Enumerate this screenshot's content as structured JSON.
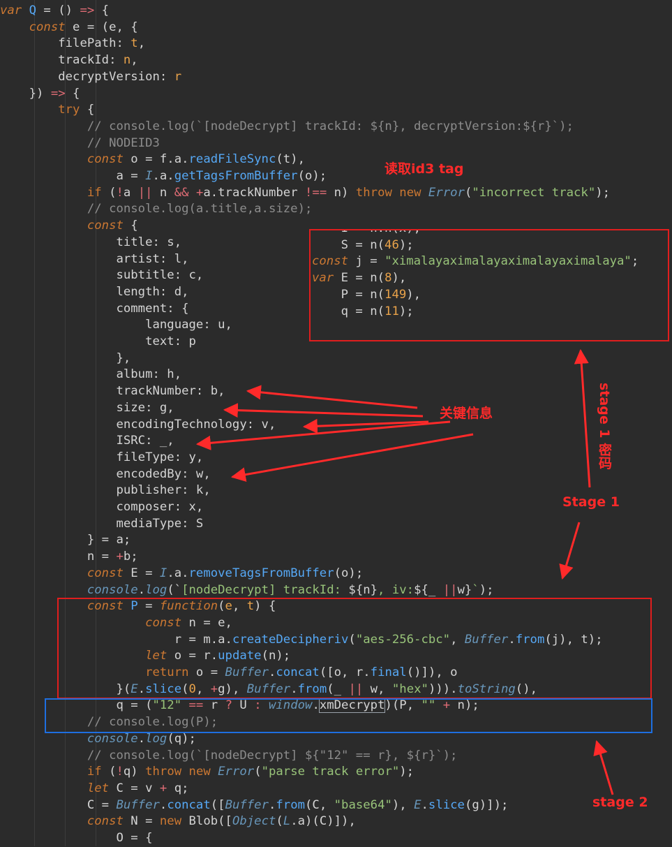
{
  "code_lines": [
    [
      [
        "kw",
        "var "
      ],
      [
        "fn",
        "Q"
      ],
      [
        "pr",
        " = () "
      ],
      [
        "op",
        "=>"
      ],
      [
        "pr",
        " {"
      ]
    ],
    [
      [
        "kw",
        "    const "
      ],
      [
        "pr",
        "e = (e, {"
      ]
    ],
    [
      [
        "pr",
        "        filePath: "
      ],
      [
        "num",
        "t"
      ],
      [
        "pr",
        ","
      ]
    ],
    [
      [
        "pr",
        "        trackId: "
      ],
      [
        "num",
        "n"
      ],
      [
        "pr",
        ","
      ]
    ],
    [
      [
        "pr",
        "        decryptVersion: "
      ],
      [
        "num",
        "r"
      ]
    ],
    [
      [
        "pr",
        "    }) "
      ],
      [
        "op",
        "=>"
      ],
      [
        "pr",
        " {"
      ]
    ],
    [
      [
        "kwn",
        "        try "
      ],
      [
        "pr",
        "{"
      ]
    ],
    [
      [
        "cm",
        "            // console.log(`[nodeDecrypt] trackId: ${n}, decryptVersion:${r}`);"
      ]
    ],
    [
      [
        "cm",
        "            // NODEID3"
      ]
    ],
    [
      [
        "kw",
        "            const "
      ],
      [
        "pr",
        "o = f.a."
      ],
      [
        "fn",
        "readFileSync"
      ],
      [
        "pr",
        "(t),"
      ]
    ],
    [
      [
        "pr",
        "                a = "
      ],
      [
        "cls",
        "I"
      ],
      [
        "pr",
        ".a."
      ],
      [
        "fn",
        "getTagsFromBuffer"
      ],
      [
        "pr",
        "(o);"
      ]
    ],
    [
      [
        "kwn",
        "            if "
      ],
      [
        "pr",
        "("
      ],
      [
        "op",
        "!"
      ],
      [
        "pr",
        "a "
      ],
      [
        "op",
        "||"
      ],
      [
        "pr",
        " n "
      ],
      [
        "op",
        "&&"
      ],
      [
        "pr",
        " "
      ],
      [
        "op",
        "+"
      ],
      [
        "pr",
        "a.trackNumber "
      ],
      [
        "op",
        "!=="
      ],
      [
        "pr",
        " n) "
      ],
      [
        "kwn",
        "throw new "
      ],
      [
        "cls",
        "Error"
      ],
      [
        "pr",
        "("
      ],
      [
        "str",
        "\"incorrect track\""
      ],
      [
        "pr",
        ");"
      ]
    ],
    [
      [
        "cm",
        "            // console.log(a.title,a.size);"
      ]
    ],
    [
      [
        "kw",
        "            const "
      ],
      [
        "pr",
        "{"
      ]
    ],
    [
      [
        "pr",
        "                title: s,"
      ]
    ],
    [
      [
        "pr",
        "                artist: l,"
      ]
    ],
    [
      [
        "pr",
        "                subtitle: c,"
      ]
    ],
    [
      [
        "pr",
        "                length: d,"
      ]
    ],
    [
      [
        "pr",
        "                comment: {"
      ]
    ],
    [
      [
        "pr",
        "                    language: u,"
      ]
    ],
    [
      [
        "pr",
        "                    text: p"
      ]
    ],
    [
      [
        "pr",
        "                },"
      ]
    ],
    [
      [
        "pr",
        "                album: h,"
      ]
    ],
    [
      [
        "pr",
        "                trackNumber: b,"
      ]
    ],
    [
      [
        "pr",
        "                size: g,"
      ]
    ],
    [
      [
        "pr",
        "                encodingTechnology: v,"
      ]
    ],
    [
      [
        "pr",
        "                ISRC: _,"
      ]
    ],
    [
      [
        "pr",
        "                fileType: y,"
      ]
    ],
    [
      [
        "pr",
        "                encodedBy: w,"
      ]
    ],
    [
      [
        "pr",
        "                publisher: k,"
      ]
    ],
    [
      [
        "pr",
        "                composer: x,"
      ]
    ],
    [
      [
        "pr",
        "                mediaType: S"
      ]
    ],
    [
      [
        "pr",
        "            } = a;"
      ]
    ],
    [
      [
        "pr",
        "            n = "
      ],
      [
        "op",
        "+"
      ],
      [
        "pr",
        "b;"
      ]
    ],
    [
      [
        "kw",
        "            const "
      ],
      [
        "pr",
        "E = "
      ],
      [
        "cls",
        "I"
      ],
      [
        "pr",
        ".a."
      ],
      [
        "fn",
        "removeTagsFromBuffer"
      ],
      [
        "pr",
        "(o);"
      ]
    ],
    [
      [
        "cls",
        "            console"
      ],
      [
        "pr",
        "."
      ],
      [
        "cls",
        "log"
      ],
      [
        "pr",
        "(`"
      ],
      [
        "str",
        "[nodeDecrypt] trackId: "
      ],
      [
        "pr",
        "${n}"
      ],
      [
        "str",
        ", iv:"
      ],
      [
        "pr",
        "${_ "
      ],
      [
        "op",
        "||"
      ],
      [
        "pr",
        "w}"
      ],
      [
        "str",
        "`"
      ],
      [
        "pr",
        ");"
      ]
    ],
    [
      [
        "kw",
        "            const "
      ],
      [
        "fn",
        "P"
      ],
      [
        "pr",
        " = "
      ],
      [
        "kw",
        "function"
      ],
      [
        "pr",
        "("
      ],
      [
        "num",
        "e"
      ],
      [
        "pr",
        ", "
      ],
      [
        "num",
        "t"
      ],
      [
        "pr",
        ") {"
      ]
    ],
    [
      [
        "kw",
        "                    const "
      ],
      [
        "pr",
        "n = e,"
      ]
    ],
    [
      [
        "pr",
        "                        r = m.a."
      ],
      [
        "fn",
        "createDecipheriv"
      ],
      [
        "pr",
        "("
      ],
      [
        "str",
        "\"aes-256-cbc\""
      ],
      [
        "pr",
        ", "
      ],
      [
        "cls",
        "Buffer"
      ],
      [
        "pr",
        "."
      ],
      [
        "fn",
        "from"
      ],
      [
        "pr",
        "(j), t);"
      ]
    ],
    [
      [
        "kw",
        "                    let "
      ],
      [
        "pr",
        "o = r."
      ],
      [
        "fn",
        "update"
      ],
      [
        "pr",
        "(n);"
      ]
    ],
    [
      [
        "kwn",
        "                    return "
      ],
      [
        "pr",
        "o = "
      ],
      [
        "cls",
        "Buffer"
      ],
      [
        "pr",
        "."
      ],
      [
        "fn",
        "concat"
      ],
      [
        "pr",
        "([o, r."
      ],
      [
        "fn",
        "final"
      ],
      [
        "pr",
        "()]), o"
      ]
    ],
    [
      [
        "pr",
        "                }("
      ],
      [
        "cls",
        "E"
      ],
      [
        "pr",
        "."
      ],
      [
        "fn",
        "slice"
      ],
      [
        "pr",
        "("
      ],
      [
        "num",
        "0"
      ],
      [
        "pr",
        ", "
      ],
      [
        "op",
        "+"
      ],
      [
        "pr",
        "g), "
      ],
      [
        "cls",
        "Buffer"
      ],
      [
        "pr",
        "."
      ],
      [
        "fn",
        "from"
      ],
      [
        "pr",
        "(_ "
      ],
      [
        "op",
        "||"
      ],
      [
        "pr",
        " w, "
      ],
      [
        "str",
        "\"hex\""
      ],
      [
        "pr",
        ")))."
      ],
      [
        "cls",
        "toString"
      ],
      [
        "pr",
        "(),"
      ]
    ],
    [
      [
        "pr",
        "                q = ("
      ],
      [
        "str",
        "\"12\""
      ],
      [
        "pr",
        " "
      ],
      [
        "op",
        "=="
      ],
      [
        "pr",
        " r "
      ],
      [
        "op",
        "?"
      ],
      [
        "pr",
        " U "
      ],
      [
        "op",
        ":"
      ],
      [
        "pr",
        " "
      ],
      [
        "cls",
        "window"
      ],
      [
        "pr",
        "."
      ],
      [
        "hl",
        "xmDecrypt"
      ],
      [
        "pr",
        ")(P, "
      ],
      [
        "str",
        "\"\""
      ],
      [
        "pr",
        " "
      ],
      [
        "op",
        "+"
      ],
      [
        "pr",
        " n);"
      ]
    ],
    [
      [
        "cm",
        "            // console.log(P);"
      ]
    ],
    [
      [
        "cls",
        "            console"
      ],
      [
        "pr",
        "."
      ],
      [
        "cls",
        "log"
      ],
      [
        "pr",
        "(q);"
      ]
    ],
    [
      [
        "cm",
        "            // console.log(`[nodeDecrypt] ${\"12\" == r}, ${r}`);"
      ]
    ],
    [
      [
        "kwn",
        "            if "
      ],
      [
        "pr",
        "("
      ],
      [
        "op",
        "!"
      ],
      [
        "pr",
        "q) "
      ],
      [
        "kwn",
        "throw new "
      ],
      [
        "cls",
        "Error"
      ],
      [
        "pr",
        "("
      ],
      [
        "str",
        "\"parse track error\""
      ],
      [
        "pr",
        ");"
      ]
    ],
    [
      [
        "kw",
        "            let "
      ],
      [
        "pr",
        "C = v "
      ],
      [
        "op",
        "+"
      ],
      [
        "pr",
        " q;"
      ]
    ],
    [
      [
        "pr",
        "            C = "
      ],
      [
        "cls",
        "Buffer"
      ],
      [
        "pr",
        "."
      ],
      [
        "fn",
        "concat"
      ],
      [
        "pr",
        "(["
      ],
      [
        "cls",
        "Buffer"
      ],
      [
        "pr",
        "."
      ],
      [
        "fn",
        "from"
      ],
      [
        "pr",
        "(C, "
      ],
      [
        "str",
        "\"base64\""
      ],
      [
        "pr",
        "), "
      ],
      [
        "cls",
        "E"
      ],
      [
        "pr",
        "."
      ],
      [
        "fn",
        "slice"
      ],
      [
        "pr",
        "(g)]);"
      ]
    ],
    [
      [
        "kw",
        "            const "
      ],
      [
        "pr",
        "N = "
      ],
      [
        "kwn",
        "new "
      ],
      [
        "pr",
        "Blob(["
      ],
      [
        "cls",
        "Object"
      ],
      [
        "pr",
        "("
      ],
      [
        "cls",
        "L"
      ],
      [
        "pr",
        ".a)(C)]),"
      ]
    ],
    [
      [
        "pr",
        "                O = {"
      ]
    ]
  ],
  "inset_lines": [
    [
      [
        "pr",
        "    I = n.n(x),"
      ]
    ],
    [
      [
        "pr",
        "    S = n("
      ],
      [
        "num",
        "46"
      ],
      [
        "pr",
        ");"
      ]
    ],
    [
      [
        "kw",
        "const "
      ],
      [
        "pr",
        "j = "
      ],
      [
        "str",
        "\"ximalayaximalayaximalayaximalaya\""
      ],
      [
        "pr",
        ";"
      ]
    ],
    [
      [
        "kw",
        "var "
      ],
      [
        "pr",
        "E = n("
      ],
      [
        "num",
        "8"
      ],
      [
        "pr",
        "),"
      ]
    ],
    [
      [
        "pr",
        "    P = n("
      ],
      [
        "num",
        "149"
      ],
      [
        "pr",
        "),"
      ]
    ],
    [
      [
        "pr",
        "    q = n("
      ],
      [
        "num",
        "11"
      ],
      [
        "pr",
        ");"
      ]
    ]
  ],
  "annotations": {
    "read_id3_tag": "读取id3 tag",
    "key_info": "关键信息",
    "stage1_key": "stage 1 密码",
    "stage1": "Stage 1",
    "stage2": "stage 2"
  },
  "colors": {
    "background": "#2b2b2b",
    "annotation_red": "#ff2a2a",
    "box_red": "#e01e1e",
    "box_blue": "#1e6fe0"
  }
}
